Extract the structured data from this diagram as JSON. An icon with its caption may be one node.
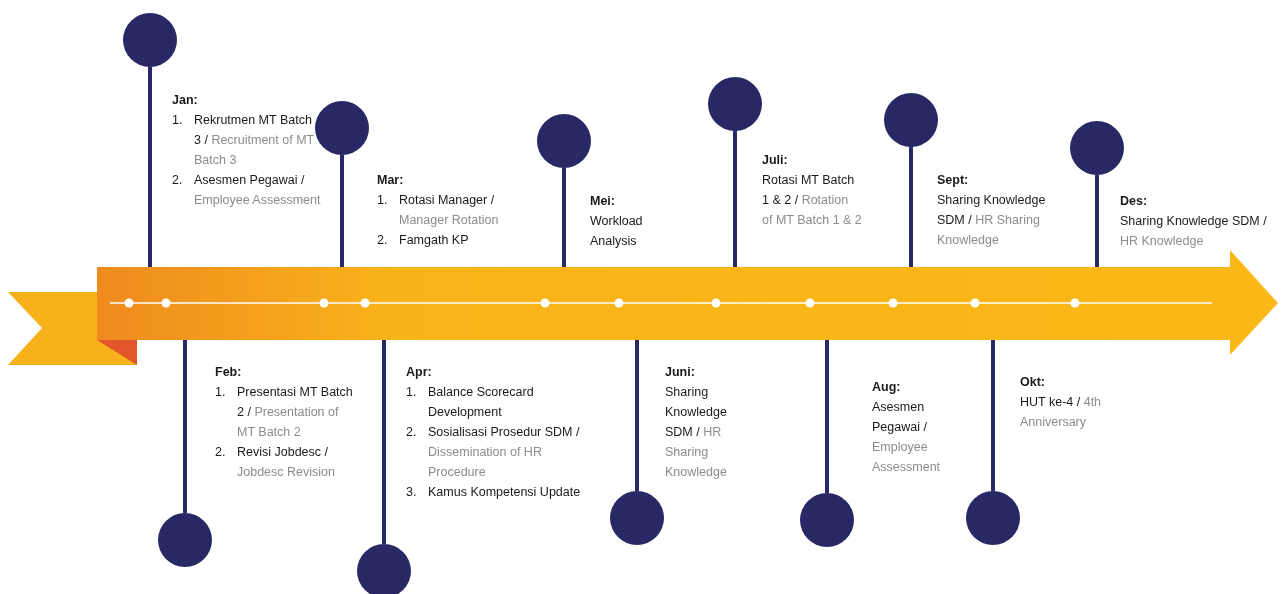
{
  "diagram": {
    "nodes": [
      {
        "text": [],
        "shape": "arrow"
      },
      {
        "text": [],
        "shape": "circle"
      },
      {
        "text": [],
        "shape": "circle"
      },
      {
        "text": [],
        "shape": "circle"
      },
      {
        "text": [],
        "shape": "circle"
      },
      {
        "text": [],
        "shape": "circle"
      },
      {
        "text": [],
        "shape": "circle"
      },
      {
        "text": [],
        "shape": "circle"
      },
      {
        "text": [],
        "shape": "circle"
      },
      {
        "text": [],
        "shape": "circle"
      },
      {
        "text": [],
        "shape": "circle"
      },
      {
        "text": [],
        "shape": "circle"
      }
    ],
    "edges": [
      {
        "from": 1,
        "to": 0,
        "arrow": "none"
      },
      {
        "from": 2,
        "to": 0,
        "arrow": "none"
      },
      {
        "from": 3,
        "to": 0,
        "arrow": "none"
      },
      {
        "from": 4,
        "to": 0,
        "arrow": "none"
      },
      {
        "from": 5,
        "to": 0,
        "arrow": "none"
      },
      {
        "from": 6,
        "to": 0,
        "arrow": "none"
      },
      {
        "from": 7,
        "to": 0,
        "arrow": "none"
      },
      {
        "from": 8,
        "to": 0,
        "arrow": "none"
      },
      {
        "from": 9,
        "to": 0,
        "arrow": "none"
      },
      {
        "from": 10,
        "to": 0,
        "arrow": "none"
      },
      {
        "from": 11,
        "to": 0,
        "arrow": "none"
      }
    ],
    "labels": [
      "Jan:",
      "1.",
      "Rekrutmen MT Batch 3 /",
      "Recruitment of MT Batch 3",
      "2.",
      "Asesmen Pegawai /",
      "Employee Assessment",
      "Feb:",
      "1.",
      "Presentasi MT Batch 2 /",
      "Presentation of MT Batch 2",
      "2.",
      "Revisi Jobdesc /",
      "Jobdesc Revision",
      "Mar:",
      "1.",
      "Rotasi Manager /",
      "Manager Rotation",
      "2.",
      "Famgath KP",
      "Apr:",
      "1.",
      "Balance Scorecard Development",
      "2.",
      "Sosialisasi Prosedur SDM /",
      "Dissemination of HR Procedure",
      "3.",
      "Kamus Kompetensi Update",
      "Mei:",
      "Workload Analysis",
      "Juni:",
      "Sharing Knowledge SDM /",
      "HR Sharing Knowledge",
      "Juli:",
      "Rotasi MT Batch 1 & 2 /",
      "Rotation of MT Batch 1 & 2",
      "Aug:",
      "Asesmen Pegawai /",
      "Employee Assessment",
      "Sept:",
      "Sharing Knowledge SDM /",
      "HR Sharing Knowledge",
      "Okt:",
      "HUT ke-4 /",
      "4th Anniversary",
      "Des:",
      "Sharing Knowledge SDM /",
      "HR Knowledge"
    ]
  }
}
